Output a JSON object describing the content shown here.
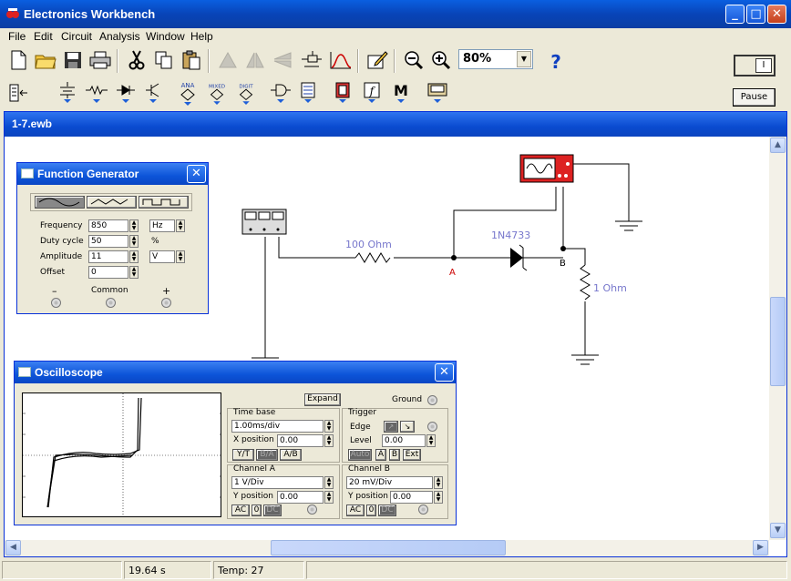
{
  "app": {
    "title": "Electronics Workbench",
    "minimize": "_",
    "maximize": "□",
    "close": "✕"
  },
  "menu": [
    "File",
    "Edit",
    "Circuit",
    "Analysis",
    "Window",
    "Help"
  ],
  "toolbar": {
    "zoom": "80%",
    "help": "?",
    "pause": "Pause",
    "power_label": "I"
  },
  "palette": {
    "ana": "ANA",
    "mixed": "MIXED",
    "digit": "DIGIT",
    "f_label": "f",
    "m_label": "M"
  },
  "document": {
    "title": "1-7.ewb"
  },
  "circuit": {
    "resistor1": "100 Ohm",
    "diode": "1N4733",
    "resistor2": "1 Ohm",
    "node_a": "A",
    "node_b": "B"
  },
  "function_generator": {
    "title": "Function Generator",
    "rows": [
      {
        "label": "Frequency",
        "value": "850",
        "unit": "Hz"
      },
      {
        "label": "Duty cycle",
        "value": "50",
        "unit": "%"
      },
      {
        "label": "Amplitude",
        "value": "11",
        "unit": "V"
      },
      {
        "label": "Offset",
        "value": "0",
        "unit": ""
      }
    ],
    "minus": "–",
    "common": "Common",
    "plus": "+"
  },
  "oscilloscope": {
    "title": "Oscilloscope",
    "expand": "Expand",
    "ground": "Ground",
    "timebase": {
      "title": "Time base",
      "value": "1.00ms/div",
      "xpos_label": "X position",
      "xpos": "0.00",
      "yt": "Y/T",
      "ba": "B/A",
      "ab": "A/B"
    },
    "trigger": {
      "title": "Trigger",
      "edge": "Edge",
      "level_label": "Level",
      "level": "0.00",
      "auto": "Auto",
      "a": "A",
      "b": "B",
      "ext": "Ext"
    },
    "channel_a": {
      "title": "Channel A",
      "value": "1  V/Div",
      "ypos_label": "Y position",
      "ypos": "0.00",
      "ac": "AC",
      "zero": "0",
      "dc": "DC"
    },
    "channel_b": {
      "title": "Channel B",
      "value": "20 mV/Div",
      "ypos_label": "Y position",
      "ypos": "0.00",
      "ac": "AC",
      "zero": "0",
      "dc": "DC"
    }
  },
  "status": {
    "time": "19.64 s",
    "temp": "Temp:  27"
  }
}
